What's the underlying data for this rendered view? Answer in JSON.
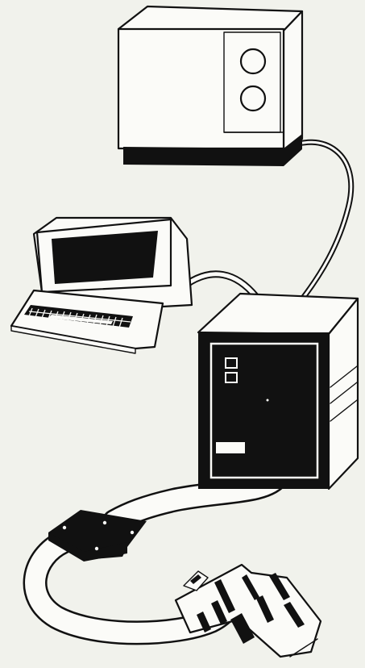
{
  "illustration": {
    "colors": {
      "paper": "#f1f2ec",
      "ink": "#111111",
      "body": "#fbfbf8"
    },
    "components": [
      {
        "name": "disk-drive-unit",
        "icon": "disk-drive-icon",
        "count_reels": 2
      },
      {
        "name": "video-terminal",
        "icon": "crt-terminal-icon"
      },
      {
        "name": "system-cabinet",
        "icon": "cabinet-icon",
        "count_indicators": 2
      },
      {
        "name": "interface-connector",
        "icon": "connector-block-icon"
      },
      {
        "name": "circuit-board",
        "icon": "pcb-icon"
      }
    ],
    "cables": [
      {
        "name": "disk-cable",
        "from": "disk-drive-unit",
        "to": "system-cabinet"
      },
      {
        "name": "terminal-cable",
        "from": "video-terminal",
        "to": "system-cabinet"
      },
      {
        "name": "ribbon-cable",
        "from": "system-cabinet",
        "to": "circuit-board",
        "via": "interface-connector"
      }
    ]
  }
}
